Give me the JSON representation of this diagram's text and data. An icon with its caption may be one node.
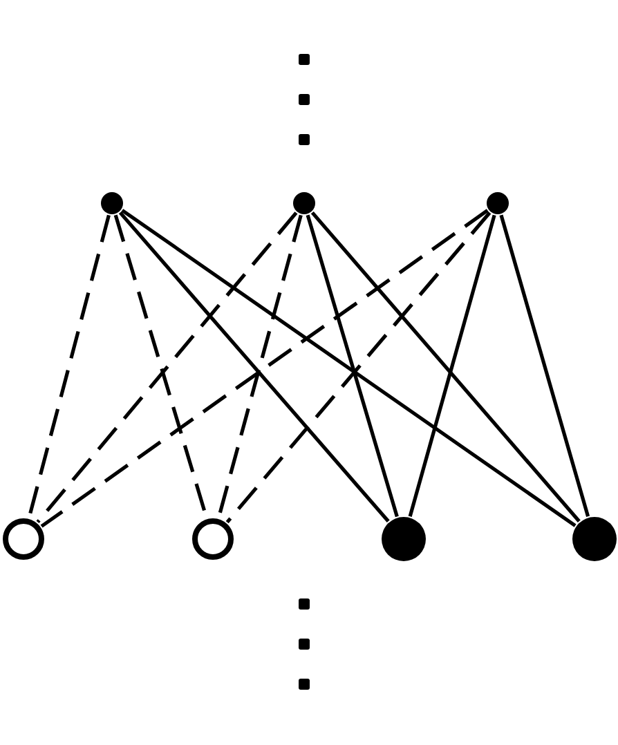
{
  "diagram": {
    "nodes": [
      {
        "text": [],
        "shape": "dot"
      },
      {
        "text": [],
        "shape": "dot"
      },
      {
        "text": [],
        "shape": "dot"
      },
      {
        "text": [],
        "shape": "circle"
      },
      {
        "text": [],
        "shape": "circle"
      },
      {
        "text": [],
        "shape": "dot"
      },
      {
        "text": [],
        "shape": "dot"
      }
    ],
    "edges": [
      {
        "from": 0,
        "to": 3,
        "arrow": "none",
        "style": "dashed"
      },
      {
        "from": 0,
        "to": 4,
        "arrow": "none",
        "style": "dashed"
      },
      {
        "from": 0,
        "to": 5,
        "arrow": "none"
      },
      {
        "from": 0,
        "to": 6,
        "arrow": "none"
      },
      {
        "from": 1,
        "to": 3,
        "arrow": "none",
        "style": "dashed"
      },
      {
        "from": 1,
        "to": 4,
        "arrow": "none",
        "style": "dashed"
      },
      {
        "from": 1,
        "to": 5,
        "arrow": "none"
      },
      {
        "from": 1,
        "to": 6,
        "arrow": "none"
      },
      {
        "from": 2,
        "to": 3,
        "arrow": "none",
        "style": "dashed"
      },
      {
        "from": 2,
        "to": 4,
        "arrow": "none",
        "style": "dashed"
      },
      {
        "from": 2,
        "to": 5,
        "arrow": "none"
      },
      {
        "from": 2,
        "to": 6,
        "arrow": "none"
      }
    ]
  }
}
